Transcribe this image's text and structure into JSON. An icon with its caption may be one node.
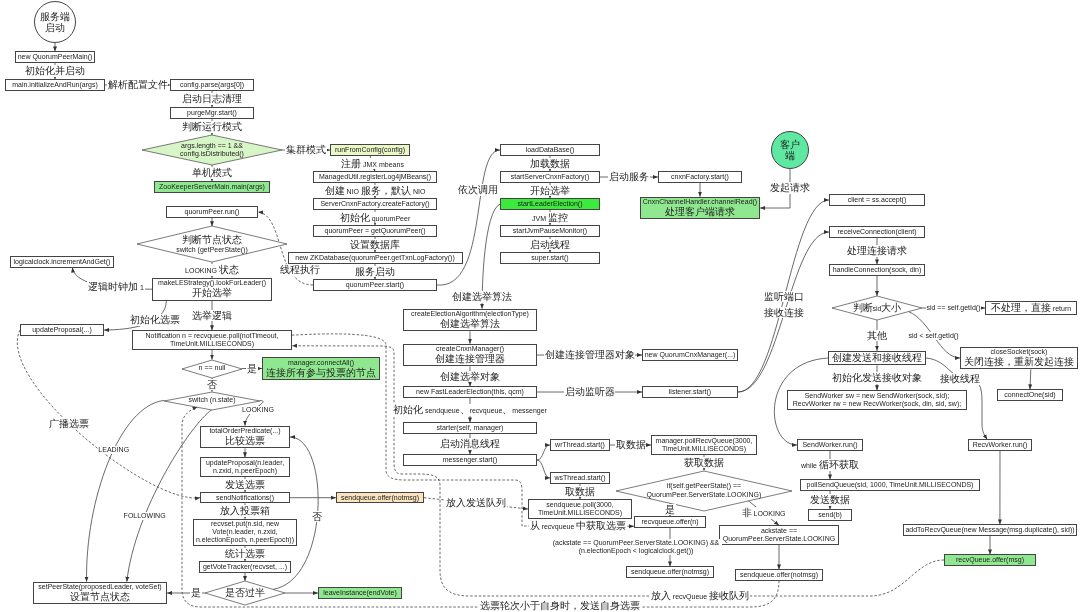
{
  "diagram": {
    "nodes": [
      {
        "text": [
          "服务端启动"
        ]
      },
      {
        "text": [
          "new QuorumPeerMain()"
        ]
      },
      {
        "text": [
          "main.initializeAndRun(args)"
        ]
      },
      {
        "text": [
          "config.parse(args[0])"
        ]
      },
      {
        "text": [
          "purgeMgr.start()"
        ]
      },
      {
        "text": [
          "args.length == 1 && config.isDistributed()"
        ]
      },
      {
        "text": [
          "ZooKeeperServerMain.main(args)"
        ]
      },
      {
        "text": [
          "runFromConfig(config)"
        ]
      },
      {
        "text": [
          "ManagedUtil.registerLog4jMBeans()"
        ]
      },
      {
        "text": [
          "ServerCnxnFactory.createFactory()"
        ]
      },
      {
        "text": [
          "quorumPeer = getQuorumPeer()"
        ]
      },
      {
        "text": [
          "new ZKDatabase(quorumPeer.getTxnLogFactory())"
        ]
      },
      {
        "text": [
          "quorumPeer.start()"
        ]
      },
      {
        "text": [
          "loadDataBase()"
        ]
      },
      {
        "text": [
          "startServerCnxnFactory()"
        ]
      },
      {
        "text": [
          "cnxnFactory.start()"
        ]
      },
      {
        "text": [
          "客户端"
        ]
      },
      {
        "text": [
          "CnxnChannelHandler.channelRead()",
          "处理客户端请求"
        ]
      },
      {
        "text": [
          "startLeaderElection()"
        ]
      },
      {
        "text": [
          "startJvmPauseMonitor()"
        ]
      },
      {
        "text": [
          "super.start()"
        ]
      },
      {
        "text": [
          "quorumPeer.run()"
        ]
      },
      {
        "text": [
          "判断节点状态",
          "switch (getPeerState())"
        ]
      },
      {
        "text": [
          "makeLEStrategy().lookForLeader()",
          "开始选举"
        ]
      },
      {
        "text": [
          "logicalclock.incrementAndGet()"
        ]
      },
      {
        "text": [
          "updateProposal(...)"
        ]
      },
      {
        "text": [
          "Notification n = recvqueue.poll(notTimeout, TimeUnit.MILLISECONDS)"
        ]
      },
      {
        "text": [
          "n == null"
        ]
      },
      {
        "text": [
          "manager.connectAll()",
          "连接所有参与投票的节点"
        ]
      },
      {
        "text": [
          "switch (n.state)"
        ]
      },
      {
        "text": [
          "totalOrderPredicate(...)",
          "比较选票"
        ]
      },
      {
        "text": [
          "updateProposal(n.leader, n.zxid, n.peerEpoch)"
        ]
      },
      {
        "text": [
          "sendNotifications()"
        ]
      },
      {
        "text": [
          "sendqueue.offer(notmsg)"
        ]
      },
      {
        "text": [
          "recvset.put(n.sid, new Vote(n.leader, n.zxid, n.electionEpoch, n.peerEpoch))"
        ]
      },
      {
        "text": [
          "getVoteTracker(recvset, ...)"
        ]
      },
      {
        "text": [
          "是否过半"
        ]
      },
      {
        "text": [
          "setPeerState(proposedLeader, voteSet)",
          "设置节点状态"
        ]
      },
      {
        "text": [
          "leaveInstance(endVote)"
        ]
      },
      {
        "text": [
          "createElectionAlgorithm(electionType)",
          "创建选举算法"
        ]
      },
      {
        "text": [
          "createCnxnManager()",
          "创建连接管理器"
        ]
      },
      {
        "text": [
          "new QuorumCnxManager(...)"
        ]
      },
      {
        "text": [
          "new FastLeaderElection(this, qcm)"
        ]
      },
      {
        "text": [
          "listener.start()"
        ]
      },
      {
        "text": [
          "client = ss.accept()"
        ]
      },
      {
        "text": [
          "receiveConnection(client)"
        ]
      },
      {
        "text": [
          "handleConnection(sock, din)"
        ]
      },
      {
        "text": [
          "判断sid大小"
        ]
      },
      {
        "text": [
          "closeSocket(sock)",
          "关闭连接，重新发起连接"
        ]
      },
      {
        "text": [
          "connectOne(sid)"
        ]
      },
      {
        "text": [
          "不处理，直接 return"
        ]
      },
      {
        "text": [
          "创建发送和接收线程"
        ]
      },
      {
        "text": [
          "SendWorker sw = new SendWorker(sock, sid);",
          "RecvWorker rw = new RecvWorker(sock, din, sid, sw);"
        ]
      },
      {
        "text": [
          "SendWorker.run()"
        ]
      },
      {
        "text": [
          "pollSendQueue(sid, 1000, TimeUnit.MILLISECONDS)"
        ]
      },
      {
        "text": [
          "send(b)"
        ]
      },
      {
        "text": [
          "RecvWorker.run()"
        ]
      },
      {
        "text": [
          "addToRecvQueue(new Message(msg.duplicate(), sid))"
        ]
      },
      {
        "text": [
          "recvQueue.offer(msg)"
        ]
      },
      {
        "text": [
          "starter(self, manager)"
        ]
      },
      {
        "text": [
          "messenger.start()"
        ]
      },
      {
        "text": [
          "wrThread.start()"
        ]
      },
      {
        "text": [
          "wsThread.start()"
        ]
      },
      {
        "text": [
          "sendqueue.poll(3000, TimeUnit.MILLISECONDS)"
        ]
      },
      {
        "text": [
          "manager.pollRecvQueue(3000, TimeUnit.MILLISECONDS)"
        ]
      },
      {
        "text": [
          "if(self.getPeerState() == QuorumPeer.ServerState.LOOKING)"
        ]
      },
      {
        "text": [
          "recvqueue.offer(n)"
        ]
      },
      {
        "text": [
          "sendqueue.offer(notmsg)"
        ]
      },
      {
        "text": [
          "ackstate == QuorumPeer.ServerState.LOOKING"
        ]
      },
      {
        "text": [
          "sendqueue.offer(notmsg)"
        ]
      }
    ],
    "edges": [
      {
        "from": 0,
        "to": 1,
        "arrow": "to"
      },
      {
        "from": 1,
        "to": 2,
        "arrow": "to",
        "label": "初始化并启动"
      },
      {
        "from": 2,
        "to": 3,
        "arrow": "to",
        "label": "解析配置文件"
      },
      {
        "from": 3,
        "to": 4,
        "arrow": "to",
        "label": "启动日志清理"
      },
      {
        "from": 4,
        "to": 5,
        "arrow": "to",
        "label": "判断运行模式"
      },
      {
        "from": 5,
        "to": 6,
        "arrow": "to",
        "label": "单机模式"
      },
      {
        "from": 5,
        "to": 7,
        "arrow": "to",
        "label": "集群模式"
      },
      {
        "from": 7,
        "to": 8,
        "arrow": "to",
        "label": "注册 JMX mbeans"
      },
      {
        "from": 8,
        "to": 9,
        "arrow": "to",
        "label": "创建 NIO 服务，默认 NIO"
      },
      {
        "from": 9,
        "to": 10,
        "arrow": "to",
        "label": "初始化 quorumPeer"
      },
      {
        "from": 10,
        "to": 11,
        "arrow": "to",
        "label": "设置数据库"
      },
      {
        "from": 11,
        "to": 12,
        "arrow": "to",
        "label": "服务启动"
      },
      {
        "from": 12,
        "to": 13,
        "arrow": "to",
        "label": "依次调用"
      },
      {
        "from": 13,
        "to": 14,
        "arrow": "to",
        "label": "加载数据"
      },
      {
        "from": 14,
        "to": 15,
        "arrow": "to",
        "label": "启动服务"
      },
      {
        "from": 15,
        "to": 17,
        "arrow": "to"
      },
      {
        "from": 16,
        "to": 17,
        "arrow": "to",
        "label": "发起请求"
      },
      {
        "from": 14,
        "to": 18,
        "arrow": "to",
        "label": "开始选举"
      },
      {
        "from": 18,
        "to": 19,
        "arrow": "to",
        "label": "JVM 监控"
      },
      {
        "from": 19,
        "to": 20,
        "arrow": "to",
        "label": "启动线程"
      },
      {
        "from": 12,
        "to": 21,
        "arrow": "to",
        "label": "线程执行",
        "style": "dashed"
      },
      {
        "from": 21,
        "to": 22,
        "arrow": "to"
      },
      {
        "from": 22,
        "to": 23,
        "arrow": "to",
        "label": "LOOKING 状态"
      },
      {
        "from": 23,
        "to": 24,
        "arrow": "to",
        "label": "逻辑时钟加 1"
      },
      {
        "from": 23,
        "to": 25,
        "arrow": "to",
        "label": "初始化选票"
      },
      {
        "from": 23,
        "to": 26,
        "arrow": "to",
        "label": "选举逻辑"
      },
      {
        "from": 26,
        "to": 27,
        "arrow": "to"
      },
      {
        "from": 27,
        "to": 28,
        "arrow": "to",
        "label": "是"
      },
      {
        "from": 27,
        "to": 29,
        "arrow": "to",
        "label": "否"
      },
      {
        "from": 29,
        "to": 30,
        "arrow": "to",
        "label": "LOOKING"
      },
      {
        "from": 30,
        "to": 31,
        "arrow": "to"
      },
      {
        "from": 31,
        "to": 32,
        "arrow": "to",
        "label": "发送选票"
      },
      {
        "from": 32,
        "to": 33,
        "arrow": "to"
      },
      {
        "from": 32,
        "to": 34,
        "arrow": "to",
        "label": "放入投票箱"
      },
      {
        "from": 34,
        "to": 35,
        "arrow": "to",
        "label": "统计选票"
      },
      {
        "from": 35,
        "to": 36,
        "arrow": "to"
      },
      {
        "from": 36,
        "to": 37,
        "arrow": "to",
        "label": "是"
      },
      {
        "from": 36,
        "to": 30,
        "arrow": "to",
        "label": "否"
      },
      {
        "from": 36,
        "to": 38,
        "arrow": "to"
      },
      {
        "from": 29,
        "to": 37,
        "arrow": "to",
        "label": "LEADING"
      },
      {
        "from": 29,
        "to": 37,
        "arrow": "to",
        "label": "FOLLOWING"
      },
      {
        "from": 25,
        "to": 32,
        "arrow": "to",
        "label": "广播选票",
        "style": "dashed"
      },
      {
        "from": 18,
        "to": 39,
        "arrow": "to",
        "label": "创建选举算法"
      },
      {
        "from": 39,
        "to": 40,
        "arrow": "to"
      },
      {
        "from": 40,
        "to": 41,
        "arrow": "to",
        "label": "创建连接管理器对象"
      },
      {
        "from": 40,
        "to": 42,
        "arrow": "to",
        "label": "创建选举对象"
      },
      {
        "from": 42,
        "to": 43,
        "arrow": "to",
        "label": "启动监听器"
      },
      {
        "from": 43,
        "to": 44,
        "arrow": "to",
        "label": "监听端口"
      },
      {
        "from": 43,
        "to": 45,
        "arrow": "to",
        "label": "接收连接"
      },
      {
        "from": 45,
        "to": 46,
        "arrow": "to",
        "label": "处理连接请求"
      },
      {
        "from": 46,
        "to": 47,
        "arrow": "to"
      },
      {
        "from": 47,
        "to": 48,
        "arrow": "to",
        "label": "sid < self.getId()"
      },
      {
        "from": 48,
        "to": 49,
        "arrow": "to"
      },
      {
        "from": 47,
        "to": 50,
        "arrow": "to",
        "label": "sid == self.getId()"
      },
      {
        "from": 47,
        "to": 51,
        "arrow": "to",
        "label": "其他"
      },
      {
        "from": 51,
        "to": 52,
        "arrow": "to",
        "label": "初始化发送接收对象"
      },
      {
        "from": 51,
        "to": 53,
        "arrow": "to"
      },
      {
        "from": 53,
        "to": 54,
        "arrow": "to",
        "label": "while 循环获取"
      },
      {
        "from": 54,
        "to": 55,
        "arrow": "to",
        "label": "发送数据"
      },
      {
        "from": 51,
        "to": 56,
        "arrow": "to",
        "label": "接收线程"
      },
      {
        "from": 56,
        "to": 57,
        "arrow": "to"
      },
      {
        "from": 57,
        "to": 58,
        "arrow": "to"
      },
      {
        "from": 42,
        "to": 59,
        "arrow": "to",
        "label": "初始化 sendqueue、recvqueue、messenger"
      },
      {
        "from": 59,
        "to": 60,
        "arrow": "to",
        "label": "启动消息线程"
      },
      {
        "from": 60,
        "to": 61,
        "arrow": "to"
      },
      {
        "from": 60,
        "to": 62,
        "arrow": "to"
      },
      {
        "from": 62,
        "to": 63,
        "arrow": "to",
        "label": "取数据"
      },
      {
        "from": 61,
        "to": 64,
        "arrow": "to",
        "label": "取数据"
      },
      {
        "from": 64,
        "to": 65,
        "arrow": "to",
        "label": "获取数据"
      },
      {
        "from": 65,
        "to": 66,
        "arrow": "to",
        "label": "是"
      },
      {
        "from": 66,
        "to": 67,
        "arrow": "to",
        "label": "(ackstate == QuorumPeer.ServerState.LOOKING) && (n.electionEpoch < logicalclock.get())"
      },
      {
        "from": 65,
        "to": 68,
        "arrow": "to",
        "label": "非 LOOKING"
      },
      {
        "from": 68,
        "to": 69,
        "arrow": "to"
      },
      {
        "from": 33,
        "to": 63,
        "arrow": "to",
        "label": "放入发送队列",
        "style": "dashed"
      },
      {
        "from": 26,
        "to": 66,
        "arrow": "to",
        "label": "从 recvqueue 中获取选票",
        "style": "dashed"
      },
      {
        "from": 69,
        "to": 29,
        "arrow": "to",
        "label": "选票轮次小于自身时，发送自身选票",
        "style": "dashed"
      },
      {
        "from": 58,
        "to": 26,
        "arrow": "to",
        "label": "放入 recvQueue 接收队列",
        "style": "dashed"
      }
    ]
  }
}
